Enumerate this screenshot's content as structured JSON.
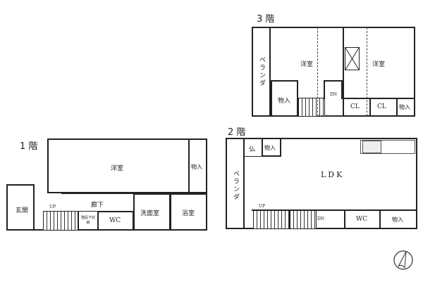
{
  "floors": {
    "f1": {
      "title": "1 階",
      "rooms": {
        "western": "洋室",
        "storage": "物入",
        "entrance": "玄関",
        "hallway": "廊下",
        "washroom": "洗面室",
        "bath": "浴室",
        "wc": "WC",
        "under_stairs": "階段下収納",
        "up": "UP"
      }
    },
    "f2": {
      "title": "2 階",
      "rooms": {
        "altar": "仏",
        "storage1": "物入",
        "ldk": "LDK",
        "veranda": "ベランダ",
        "wc": "WC",
        "storage2": "物入",
        "up": "UP",
        "dn": "DN"
      }
    },
    "f3": {
      "title": "3 階",
      "rooms": {
        "veranda": "ベランダ",
        "western1": "洋室",
        "western2": "洋室",
        "storage1": "物入",
        "cl1": "CL",
        "cl2": "CL",
        "storage2": "物入",
        "dn": "DN"
      }
    }
  },
  "compass": "north-arrow"
}
